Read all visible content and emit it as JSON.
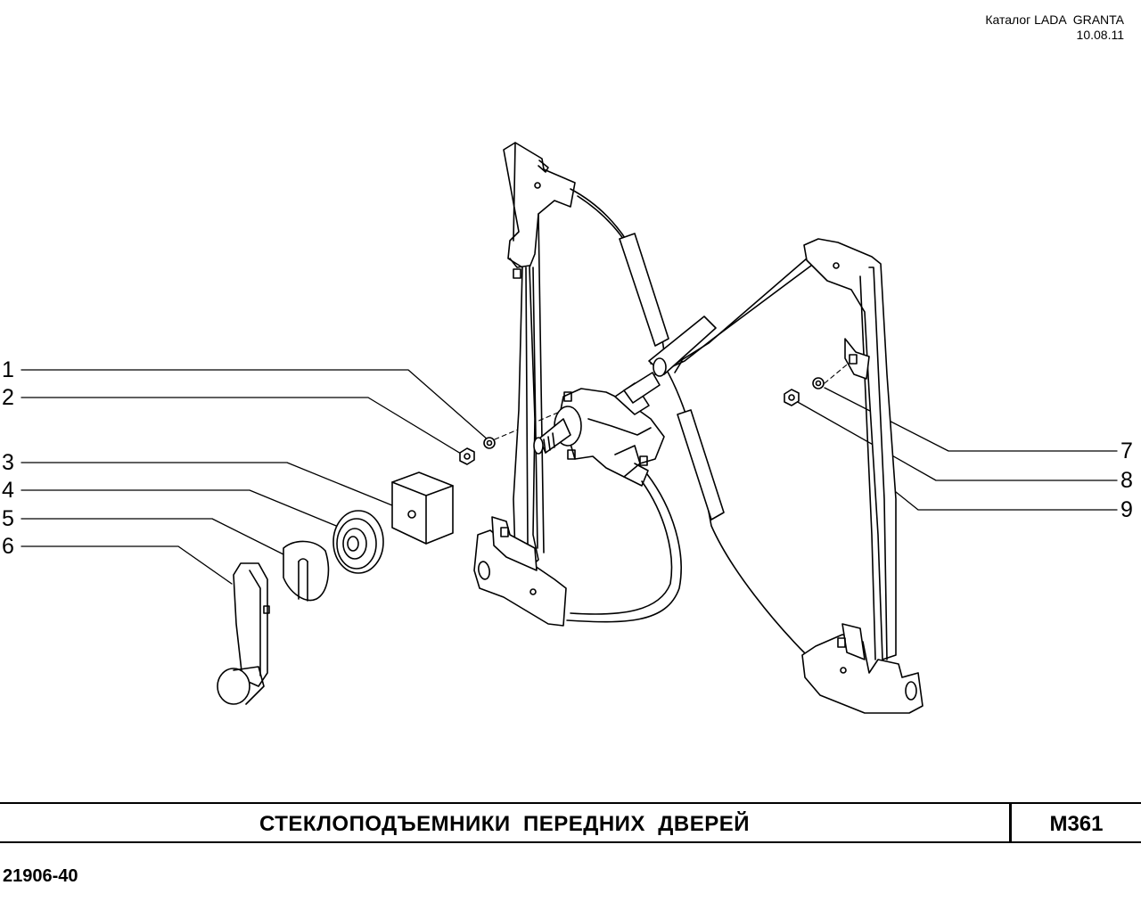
{
  "header": {
    "catalog_title": "Каталог LADA  GRANTA",
    "date": "10.08.11"
  },
  "callouts": {
    "left": [
      "1",
      "2",
      "3",
      "4",
      "5",
      "6"
    ],
    "right": [
      "7",
      "8",
      "9"
    ]
  },
  "title_block": {
    "title": "СТЕКЛОПОДЪЕМНИКИ  ПЕРЕДНИХ  ДВЕРЕЙ",
    "code": "М361"
  },
  "footer": {
    "part_number": "21906-40"
  }
}
